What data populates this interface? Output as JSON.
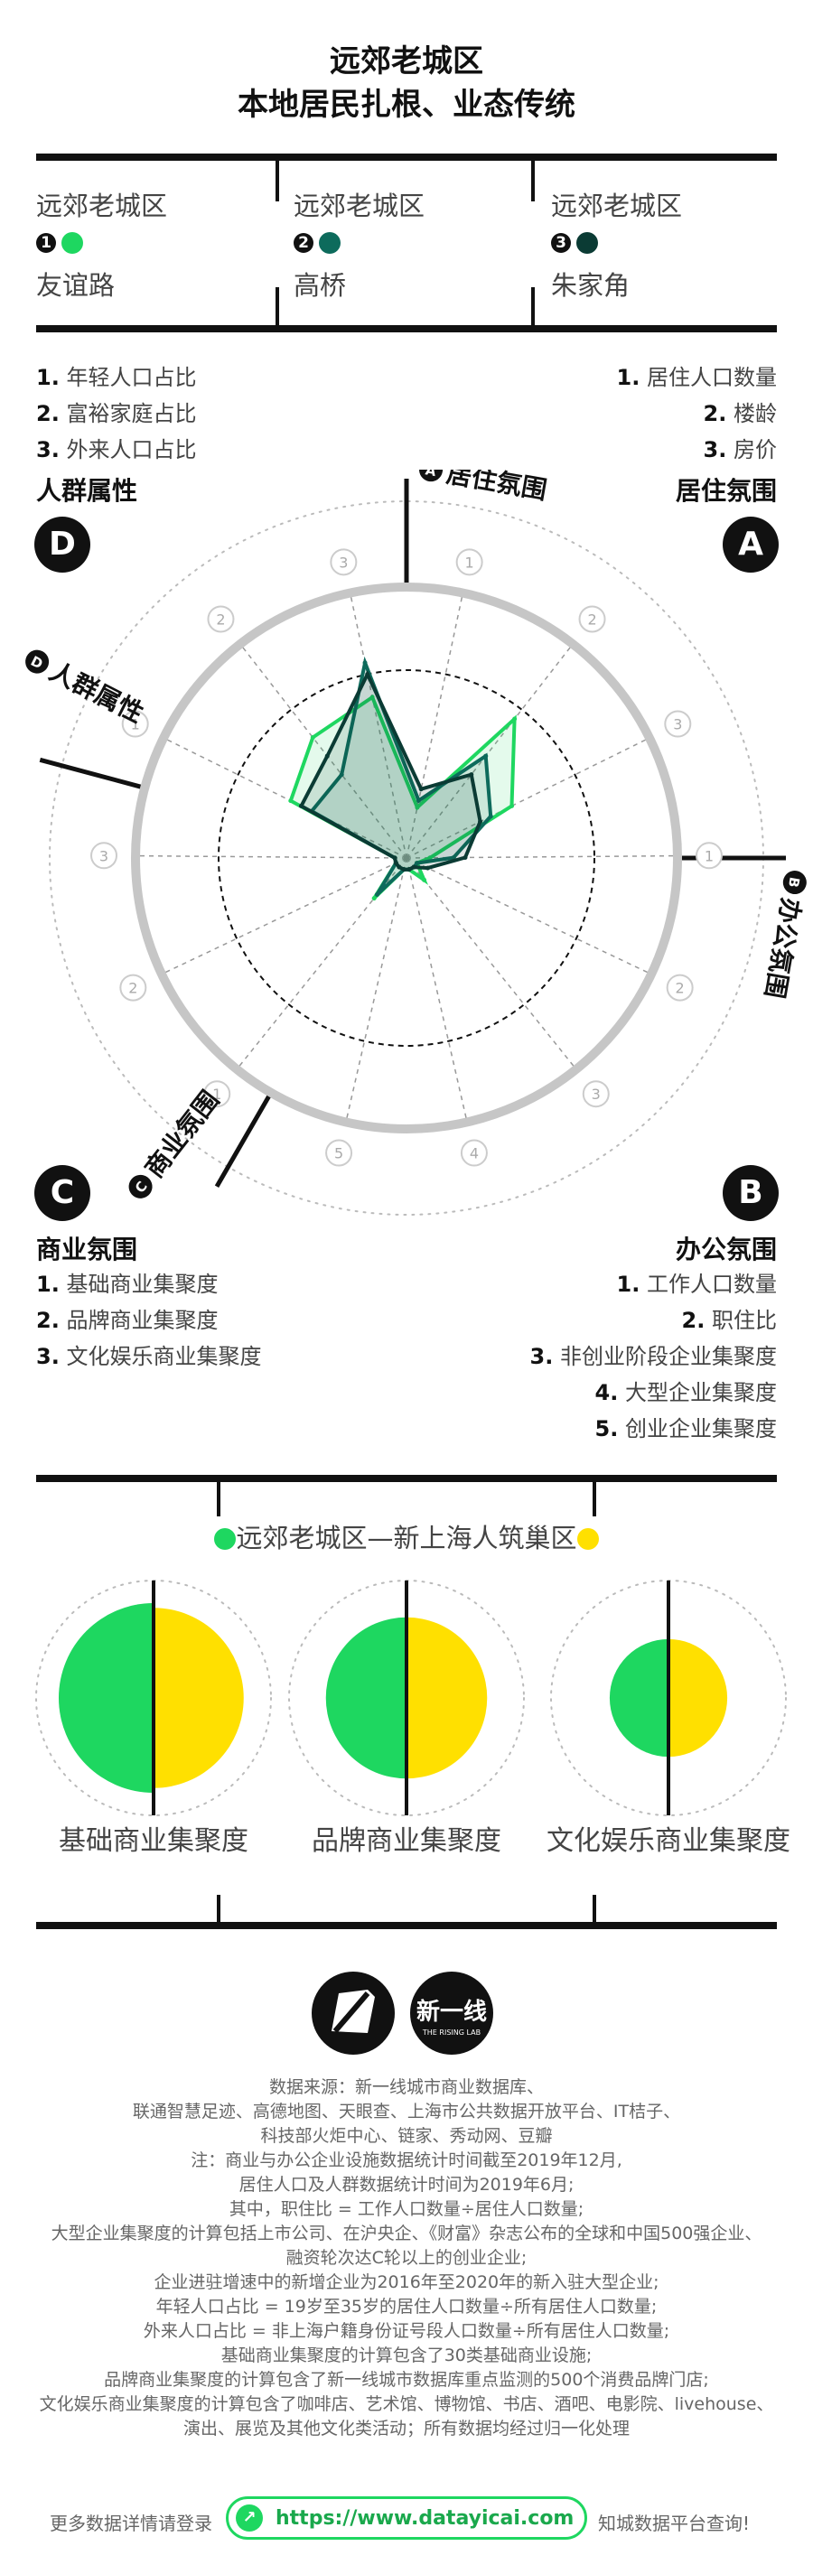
{
  "header": {
    "title_line1": "远郊老城区",
    "title_line2": "本地居民扎根、业态传统"
  },
  "locations": [
    {
      "category": "远郊老城区",
      "num": "1",
      "name": "友谊路",
      "color": "#1ed760"
    },
    {
      "category": "远郊老城区",
      "num": "2",
      "name": "高桥",
      "color": "#0d6b5c"
    },
    {
      "category": "远郊老城区",
      "num": "3",
      "name": "朱家角",
      "color": "#0b3b34"
    }
  ],
  "dimensions": {
    "D": {
      "letter": "D",
      "title": "人群属性",
      "ring_label": "人群属性",
      "items": [
        "年轻人口占比",
        "富裕家庭占比",
        "外来人口占比"
      ]
    },
    "A": {
      "letter": "A",
      "title": "居住氛围",
      "ring_label": "居住氛围",
      "items": [
        "居住人口数量",
        "楼龄",
        "房价"
      ]
    },
    "B": {
      "letter": "B",
      "title": "办公氛围",
      "ring_label": "办公氛围",
      "items": [
        "工作人口数量",
        "职住比",
        "非创业阶段企业集聚度",
        "大型企业集聚度",
        "创业企业集聚度"
      ]
    },
    "C": {
      "letter": "C",
      "title": "商业氛围",
      "ring_label": "商业氛围",
      "items": [
        "基础商业集聚度",
        "品牌商业集聚度",
        "文化娱乐商业集聚度"
      ]
    }
  },
  "chart_data": [
    {
      "type": "radar",
      "axes": [
        "A1",
        "A2",
        "A3",
        "B1",
        "B2",
        "B3",
        "B4",
        "B5",
        "C1",
        "C2",
        "C3",
        "D1",
        "D2",
        "D3"
      ],
      "axis_tick_labels": [
        "1",
        "2",
        "3",
        "1",
        "2",
        "3",
        "4",
        "5",
        "1",
        "2",
        "3",
        "1",
        "2",
        "3"
      ],
      "rlim": [
        0,
        1
      ],
      "reference_circle": 0.8,
      "series": [
        {
          "values": [
            0.22,
            0.75,
            0.5,
            0.1,
            0.05,
            0.12,
            0.05,
            0.05,
            0.22,
            0.05,
            0.05,
            0.55,
            0.65,
            0.7
          ]
        },
        {
          "values": [
            0.25,
            0.55,
            0.4,
            0.2,
            0.05,
            0.05,
            0.05,
            0.05,
            0.2,
            0.05,
            0.05,
            0.45,
            0.45,
            0.85
          ]
        },
        {
          "values": [
            0.3,
            0.45,
            0.35,
            0.25,
            0.1,
            0.05,
            0.05,
            0.05,
            0.05,
            0.05,
            0.05,
            0.5,
            0.55,
            0.8
          ]
        }
      ]
    },
    {
      "type": "comparison",
      "title_left": "远郊老城区",
      "title_sep": "—",
      "title_right": "新上海人筑巢区",
      "color_left": "#1ed760",
      "color_right": "#ffe000",
      "categories": [
        "基础商业集聚度",
        "品牌商业集聚度",
        "文化娱乐商业集聚度"
      ],
      "left_values": [
        1.0,
        0.85,
        0.62
      ],
      "right_values": [
        0.95,
        0.85,
        0.62
      ]
    }
  ],
  "footer": {
    "logo_text": "新一线",
    "logo_sub": "THE RISING LAB",
    "notes": [
      "数据来源：新一线城市商业数据库、",
      "联通智慧足迹、高德地图、天眼查、上海市公共数据开放平台、IT桔子、",
      "科技部火炬中心、链家、秀动网、豆瓣",
      "注：商业与办公企业设施数据统计时间截至2019年12月,",
      "居住人口及人群数据统计时间为2019年6月;",
      "其中，职住比 = 工作人口数量÷居住人口数量;",
      "大型企业集聚度的计算包括上市公司、在沪央企、《财富》杂志公布的全球和中国500强企业、",
      "融资轮次达C轮以上的创业企业;",
      "企业进驻增速中的新增企业为2016年至2020年的新入驻大型企业;",
      "年轻人口占比 = 19岁至35岁的居住人口数量÷所有居住人口数量;",
      "外来人口占比 = 非上海户籍身份证号段人口数量÷所有居住人口数量;",
      "基础商业集聚度的计算包含了30类基础商业设施;",
      "品牌商业集聚度的计算包含了新一线城市数据库重点监测的500个消费品牌门店;",
      "文化娱乐商业集聚度的计算包含了咖啡店、艺术馆、博物馆、书店、酒吧、电影院、livehouse、",
      "演出、展览及其他文化类活动；所有数据均经过归一化处理"
    ],
    "more_label": "更多数据详情请登录",
    "url": "https://www.datayicai.com",
    "platform_label": "知城数据平台查询!"
  }
}
